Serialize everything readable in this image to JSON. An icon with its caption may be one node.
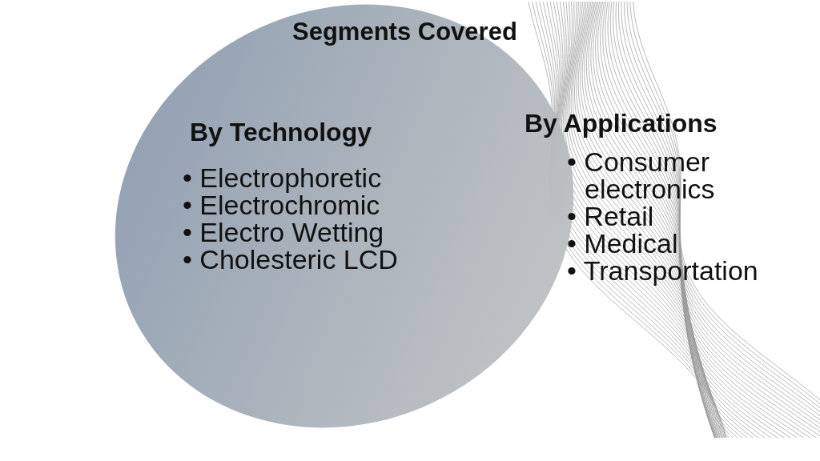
{
  "diagram": {
    "title": "Segments Covered",
    "nodes": [
      {
        "text": [
          "By Technology",
          "• Electrophoretic",
          "• Electrochromic",
          "• Electro Wetting",
          "• Cholesteric LCD"
        ]
      }
    ],
    "edges": [],
    "labels": [
      "By Applications",
      "• Consumer electronics",
      "• Retail",
      "• Medical",
      "• Transportation"
    ]
  }
}
